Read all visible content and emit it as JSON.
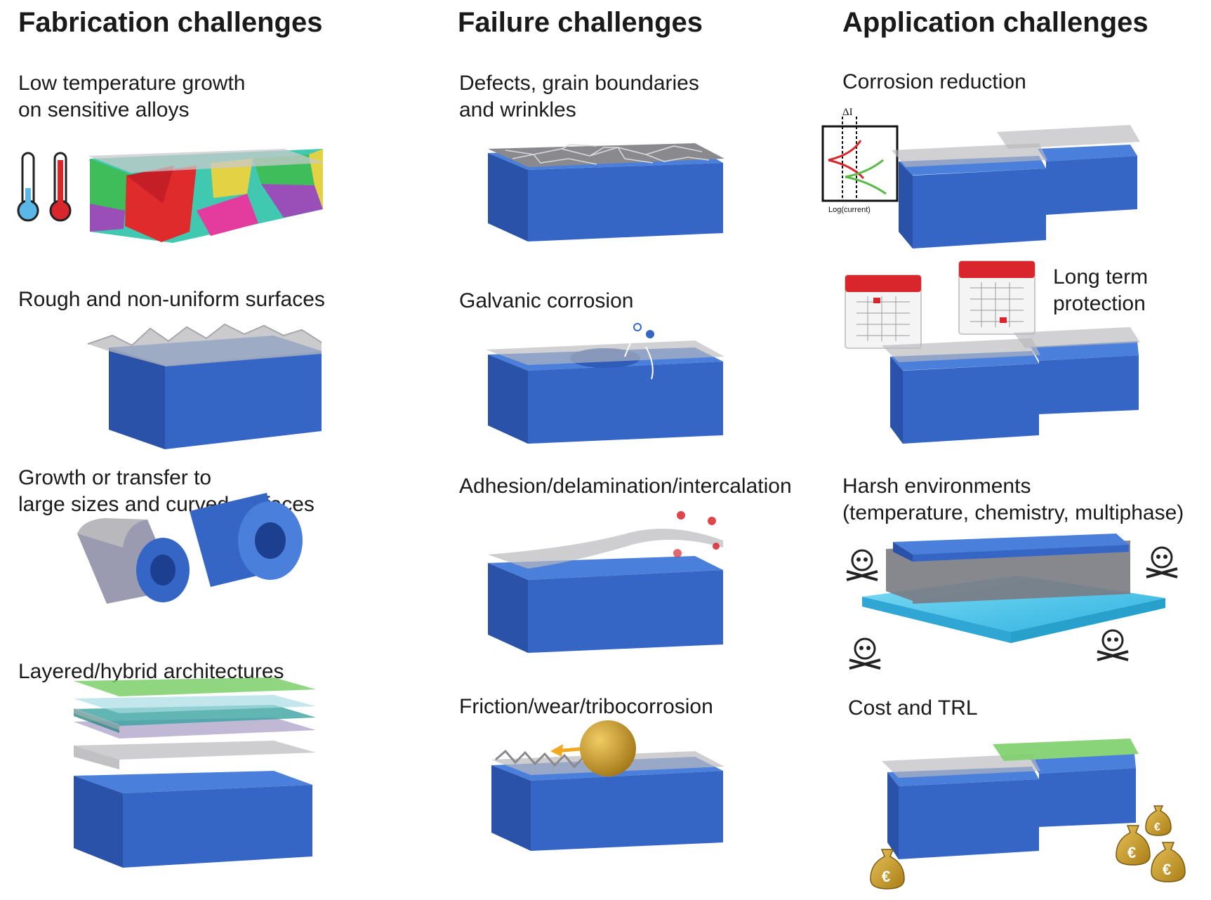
{
  "columns": [
    {
      "heading": "Fabrication challenges",
      "items": [
        {
          "label_lines": [
            "Low temperature growth",
            "on sensitive alloys"
          ]
        },
        {
          "label_lines": [
            "Rough and non-uniform surfaces"
          ]
        },
        {
          "label_lines": [
            "Growth or transfer to",
            "large sizes and curved surfaces"
          ]
        },
        {
          "label_lines": [
            "Layered/hybrid architectures"
          ]
        }
      ]
    },
    {
      "heading": "Failure challenges",
      "items": [
        {
          "label_lines": [
            "Defects, grain boundaries",
            "and wrinkles"
          ]
        },
        {
          "label_lines": [
            "Galvanic corrosion"
          ]
        },
        {
          "label_lines": [
            "Adhesion/delamination/intercalation"
          ]
        },
        {
          "label_lines": [
            "Friction/wear/tribocorrosion"
          ]
        }
      ]
    },
    {
      "heading": "Application challenges",
      "items": [
        {
          "label_lines": [
            "Corrosion reduction"
          ],
          "inset": {
            "top_label": "ΔI",
            "axis_label": "Log(current)"
          }
        },
        {
          "label_lines": [
            "Long term",
            "protection"
          ]
        },
        {
          "label_lines": [
            "Harsh environments",
            "(temperature, chemistry, multiphase)"
          ]
        },
        {
          "label_lines": [
            "Cost and TRL"
          ],
          "currency_symbol": "€"
        }
      ]
    }
  ],
  "colors": {
    "substrate_top": "#4a7fdb",
    "substrate_front": "#3566c6",
    "substrate_side": "#2a52a8",
    "film": "#b9b9bd",
    "graphene_green": "#7ccf6a",
    "teal_layer": "#3aa3a0",
    "purple_layer": "#a79ac4",
    "gold": "#c79a2b",
    "calendar_red": "#d9262c",
    "water": "#4fc7ea"
  }
}
